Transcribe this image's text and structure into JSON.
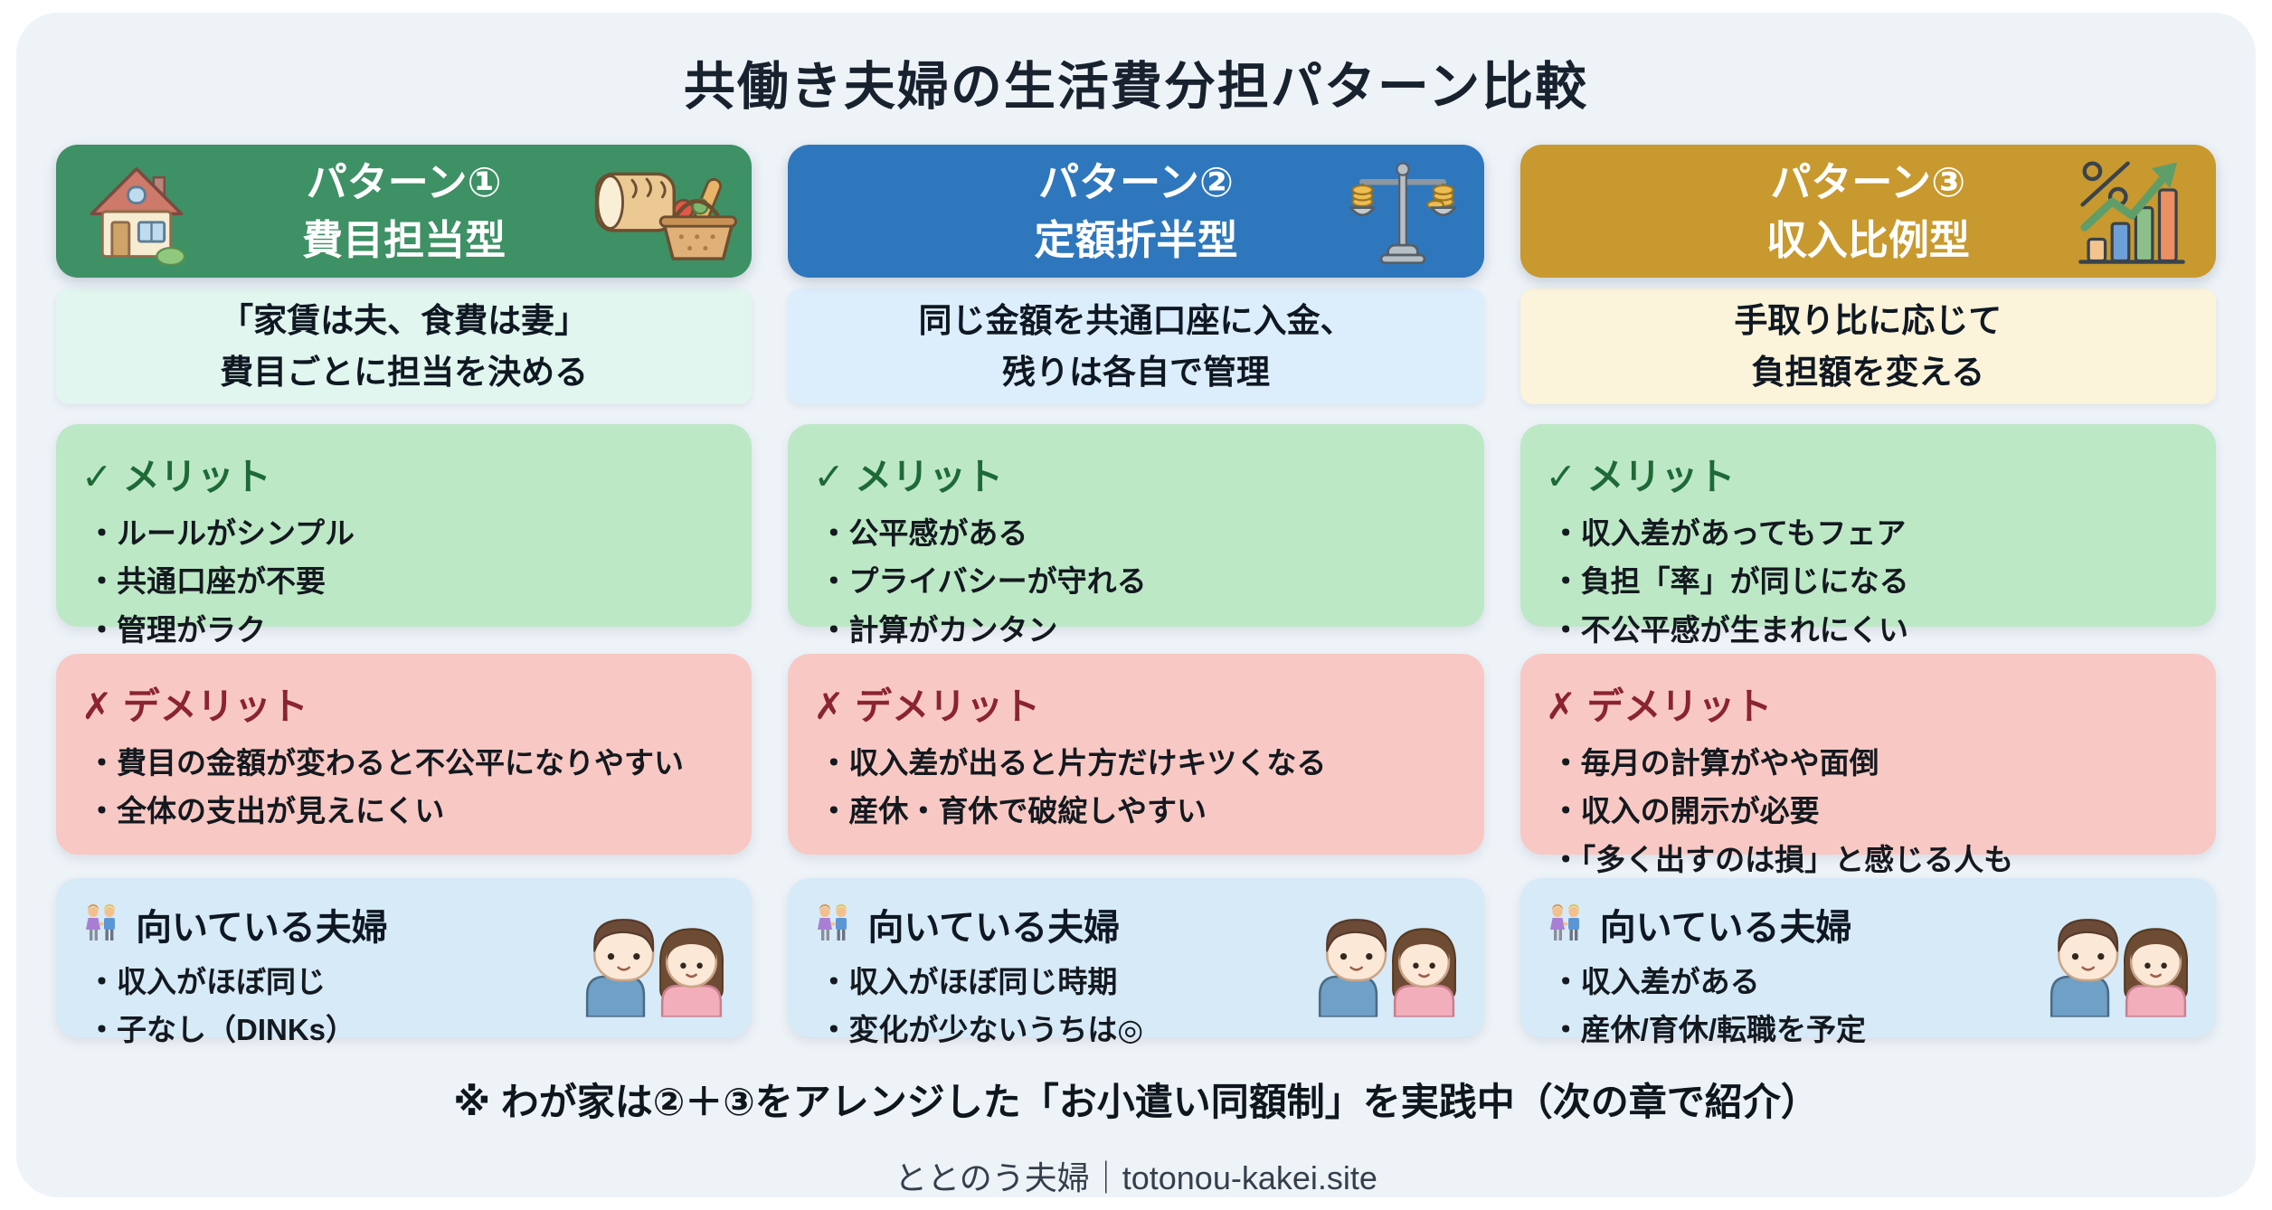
{
  "title": "共働き夫婦の生活費分担パターン比較",
  "columns": [
    {
      "header": {
        "line1": "パターン①",
        "line2": "費目担当型"
      },
      "description": [
        "「家賃は夫、食費は妻」",
        "費目ごとに担当を決める"
      ],
      "merit": {
        "title": "✓ メリット",
        "items": [
          "・ルールがシンプル",
          "・共通口座が不要",
          "・管理がラク"
        ]
      },
      "demerit": {
        "title": "✗ デメリット",
        "items": [
          "・費目の金額が変わると不公平になりやすい",
          "・全体の支出が見えにくい"
        ]
      },
      "suited": {
        "title": "向いている夫婦",
        "items": [
          "・収入がほぼ同じ",
          "・子なし（DINKs）"
        ]
      },
      "icons": {
        "left": "house-icon",
        "right": "bread-basket-icon"
      }
    },
    {
      "header": {
        "line1": "パターン②",
        "line2": "定額折半型"
      },
      "description": [
        "同じ金額を共通口座に入金、",
        "残りは各自で管理"
      ],
      "merit": {
        "title": "✓ メリット",
        "items": [
          "・公平感がある",
          "・プライバシーが守れる",
          "・計算がカンタン"
        ]
      },
      "demerit": {
        "title": "✗ デメリット",
        "items": [
          "・収入差が出ると片方だけキツくなる",
          "・産休・育休で破綻しやすい"
        ]
      },
      "suited": {
        "title": "向いている夫婦",
        "items": [
          "・収入がほぼ同じ時期",
          "・変化が少ないうちは◎"
        ]
      },
      "icons": {
        "right": "balance-scale-icon"
      }
    },
    {
      "header": {
        "line1": "パターン③",
        "line2": "収入比例型"
      },
      "description": [
        "手取り比に応じて",
        "負担額を変える"
      ],
      "merit": {
        "title": "✓ メリット",
        "items": [
          "・収入差があってもフェア",
          "・負担「率」が同じになる",
          "・不公平感が生まれにくい"
        ]
      },
      "demerit": {
        "title": "✗ デメリット",
        "items": [
          "・毎月の計算がやや面倒",
          "・収入の開示が必要",
          "・「多く出すのは損」と感じる人も"
        ]
      },
      "suited": {
        "title": "向いている夫婦",
        "items": [
          "・収入差がある",
          "・産休/育休/転職を予定"
        ]
      },
      "icons": {
        "right": "income-growth-chart-icon"
      }
    }
  ],
  "note": "※ わが家は②＋③をアレンジした「お小遣い同額制」を実践中（次の章で紹介）",
  "footer": "ととのう夫婦｜totonou-kakei.site",
  "colors": {
    "card_bg": "#eef3f8",
    "pattern1_accent": "#3e9065",
    "pattern2_accent": "#2e77bd",
    "pattern3_accent": "#c8992e",
    "desc1_bg": "#e1f6ee",
    "desc2_bg": "#dceefb",
    "desc3_bg": "#fbf3da",
    "merit_bg": "#bde8c6",
    "demerit_bg": "#f8c9c4",
    "suited_bg": "#d6eaf8",
    "merit_title_color": "#1d6a37",
    "demerit_title_color": "#8a2430"
  }
}
